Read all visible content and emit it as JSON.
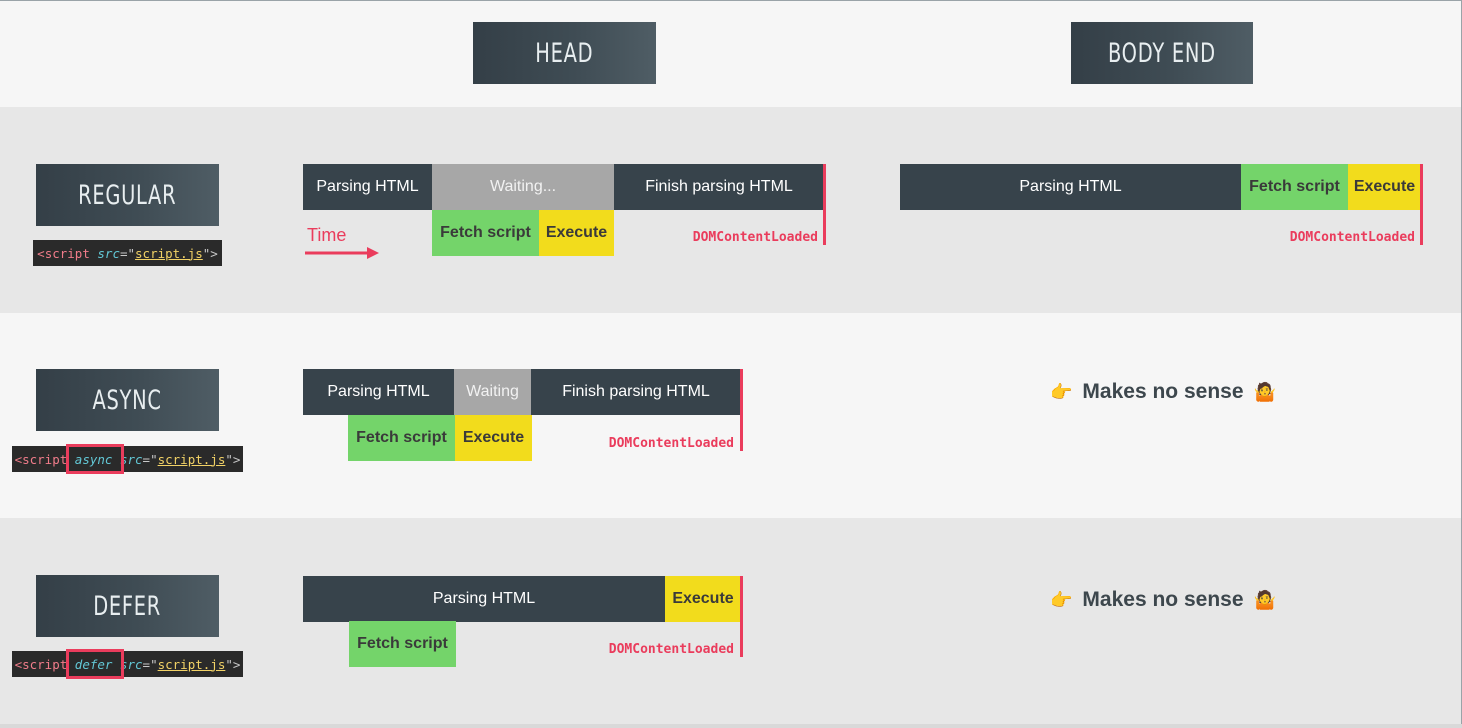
{
  "columns": {
    "head": "HEAD",
    "body_end": "BODY END"
  },
  "rows": {
    "regular": {
      "label": "REGULAR",
      "code": {
        "open": "<script",
        "attr": "src",
        "eq": "=\"",
        "file": "script.js",
        "close": "\">"
      },
      "head": {
        "parsing": "Parsing HTML",
        "waiting": "Waiting...",
        "finish": "Finish parsing HTML",
        "fetch": "Fetch script",
        "execute": "Execute",
        "event": "DOMContentLoaded",
        "time": "Time"
      },
      "body": {
        "parsing": "Parsing HTML",
        "fetch": "Fetch script",
        "execute": "Execute",
        "event": "DOMContentLoaded"
      }
    },
    "async": {
      "label": "ASYNC",
      "code": {
        "open": "<script",
        "kw": "async",
        "attr": "src",
        "eq": "=\"",
        "file": "script.js",
        "close": "\">"
      },
      "head": {
        "parsing": "Parsing HTML",
        "waiting": "Waiting",
        "finish": "Finish parsing HTML",
        "fetch": "Fetch script",
        "execute": "Execute",
        "event": "DOMContentLoaded"
      },
      "body_note": "Makes no sense"
    },
    "defer": {
      "label": "DEFER",
      "code": {
        "open": "<script",
        "kw": "defer",
        "attr": "src",
        "eq": "=\"",
        "file": "script.js",
        "close": "\">"
      },
      "head": {
        "parsing": "Parsing HTML",
        "execute": "Execute",
        "fetch": "Fetch script",
        "event": "DOMContentLoaded"
      },
      "body_note": "Makes no sense"
    }
  },
  "icons": {
    "pointer": "pointing-hand-icon",
    "shrug": "person-shrugging-icon"
  },
  "colors": {
    "dark": "#37434b",
    "waiting": "#a7a7a7",
    "fetch": "#74d46a",
    "execute": "#f2dc1c",
    "event": "#ea3c5c"
  }
}
